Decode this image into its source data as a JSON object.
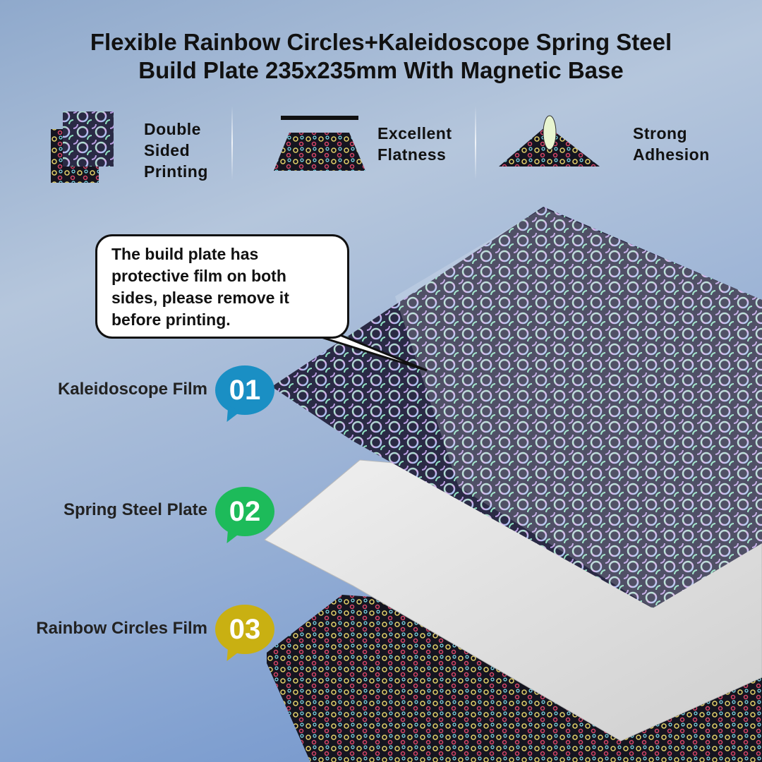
{
  "title": {
    "line1": "Flexible Rainbow Circles+Kaleidoscope Spring Steel",
    "line2": "Build Plate 235x235mm With Magnetic Base"
  },
  "features": [
    {
      "icon": "double-sided-plate-icon",
      "lines": [
        "Double",
        "Sided",
        "Printing"
      ]
    },
    {
      "icon": "flat-plate-icon",
      "lines": [
        "Excellent",
        "Flatness"
      ]
    },
    {
      "icon": "adhesion-plate-icon",
      "lines": [
        "Strong",
        "Adhesion"
      ]
    }
  ],
  "callout": {
    "text": "The build plate has protective film on both sides, please remove it before printing."
  },
  "layers": [
    {
      "number": "01",
      "label": "Kaleidoscope Film",
      "color": "#1a8fc4"
    },
    {
      "number": "02",
      "label": "Spring Steel Plate",
      "color": "#1dbb5a"
    },
    {
      "number": "03",
      "label": "Rainbow Circles Film",
      "color": "#c9b012"
    }
  ]
}
